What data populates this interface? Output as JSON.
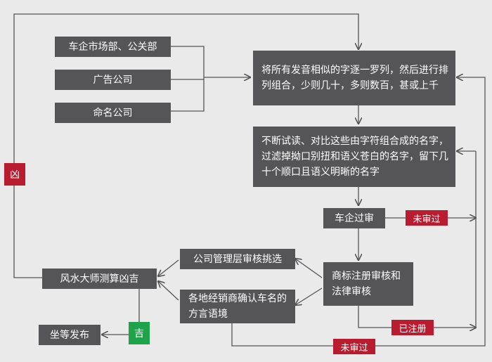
{
  "nodes": {
    "market": "车企市场部、公关部",
    "ad": "广告公司",
    "naming": "命名公司",
    "permute": "将所有发音相似的字逐一罗列，然后进行排列组合，少则几十，多则数百，甚或上千",
    "filter": "不断试读、对比这些由字符组合成的名字，过滤掉拗口别扭和语义苍白的名字，留下几十个顺口且语义明晰的名字",
    "review": "车企过审",
    "trademark": "商标注册审核和法律审核",
    "mgmt": "公司管理层审核挑选",
    "dealer": "各地经销商确认车名的方言语境",
    "fengshui": "风水大师测算凶吉",
    "publish": "坐等发布"
  },
  "tags": {
    "not_passed_1": "未审过",
    "registered": "已注册",
    "not_passed_2": "未审过",
    "bad": "凶",
    "good": "吉"
  },
  "colors": {
    "box": "#555557",
    "red": "#b81c2e",
    "green": "#1ea34a",
    "line": "#555557",
    "background": "#eaeaea"
  }
}
